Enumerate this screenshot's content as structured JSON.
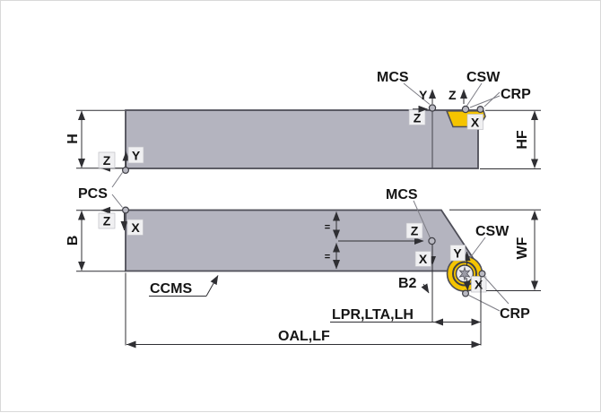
{
  "drawing": {
    "dims": {
      "h": "H",
      "b": "B",
      "hf": "HF",
      "wf": "WF",
      "b2": "B2",
      "lpr_lta_lh": "LPR,LTA,LH",
      "oal_lf": "OAL,LF",
      "equal_mark": "="
    },
    "points": {
      "pcs": "PCS",
      "mcs": "MCS",
      "csw": "CSW",
      "crp": "CRP",
      "ccms": "CCMS"
    },
    "axes": {
      "x": "X",
      "y": "Y",
      "z": "Z"
    },
    "colors": {
      "body": "#b4b4bf",
      "insert": "#f5c400",
      "outline": "#4e4e58",
      "line": "#2f2f33",
      "leader": "#7d7d85",
      "label_bg": "#f0f0f2"
    }
  }
}
